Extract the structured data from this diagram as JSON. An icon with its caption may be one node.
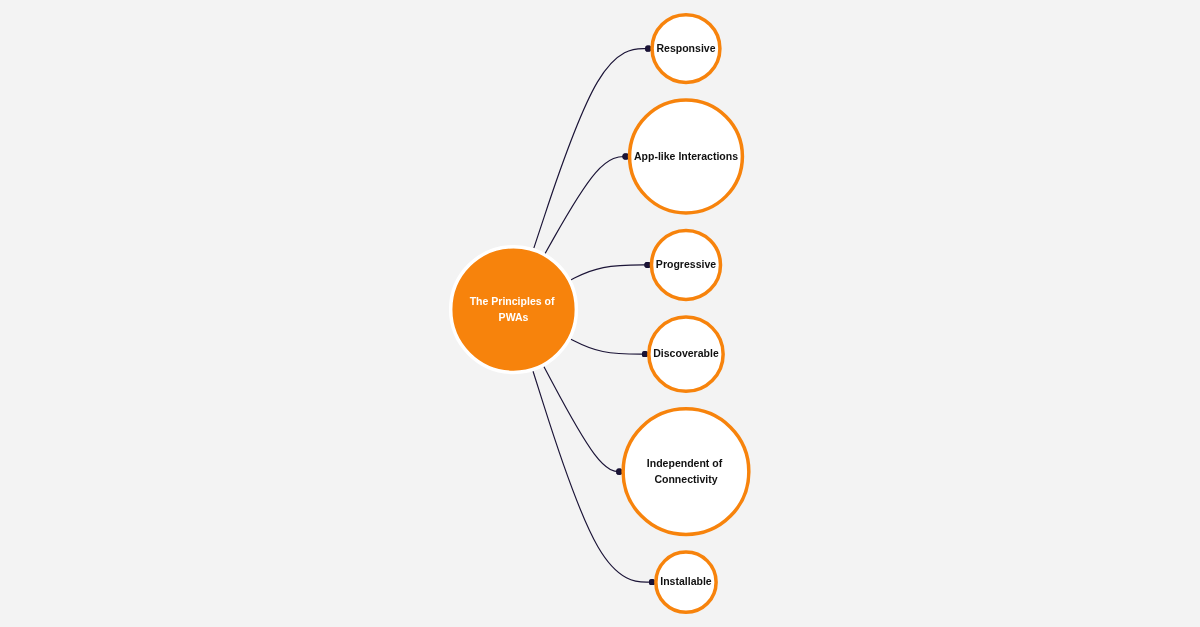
{
  "diagram": {
    "nodes": [
      {
        "text": [
          "The Principles of PWAs"
        ]
      },
      {
        "text": [
          "Responsive"
        ]
      },
      {
        "text": [
          "App-like Interactions"
        ]
      },
      {
        "text": [
          "Progressive"
        ]
      },
      {
        "text": [
          "Discoverable"
        ]
      },
      {
        "text": [
          "Independent of Connectivity"
        ]
      },
      {
        "text": [
          "Installable"
        ]
      }
    ],
    "edges": [
      {
        "from": 0,
        "to": 1,
        "arrow": "other"
      },
      {
        "from": 0,
        "to": 2,
        "arrow": "other"
      },
      {
        "from": 0,
        "to": 3,
        "arrow": "other"
      },
      {
        "from": 0,
        "to": 4,
        "arrow": "other"
      },
      {
        "from": 0,
        "to": 5,
        "arrow": "other"
      },
      {
        "from": 0,
        "to": 6,
        "arrow": "other"
      }
    ]
  }
}
